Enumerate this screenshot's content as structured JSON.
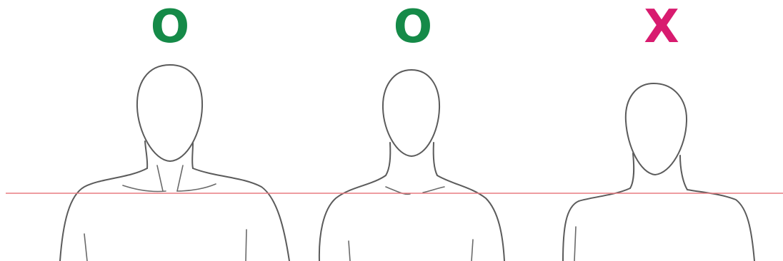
{
  "marks": [
    {
      "text": "O",
      "color": "#158a48"
    },
    {
      "text": "O",
      "color": "#158a48"
    },
    {
      "text": "X",
      "color": "#d81b6f"
    }
  ],
  "guide_line_color": "#e87b80",
  "figures": [
    {
      "verdict": "correct"
    },
    {
      "verdict": "correct"
    },
    {
      "verdict": "incorrect"
    }
  ]
}
